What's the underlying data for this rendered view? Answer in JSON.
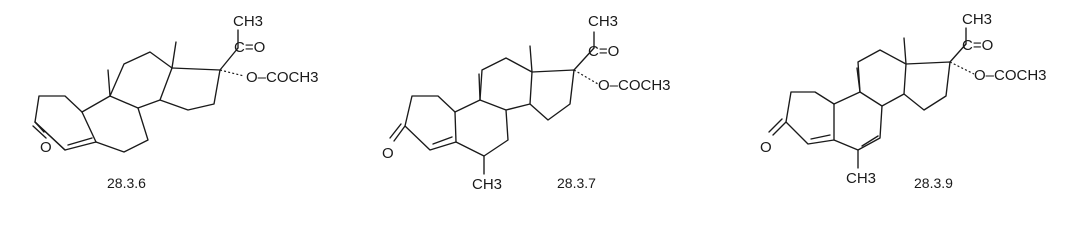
{
  "compounds": [
    {
      "label": "28.3.6",
      "ketone_o": "O",
      "acetyl_methyl": "CH3",
      "acetyl_carbonyl": "C=O",
      "acetate": "O–COCH3"
    },
    {
      "label": "28.3.7",
      "ketone_o": "O",
      "acetyl_methyl": "CH3",
      "acetyl_carbonyl": "C=O",
      "acetate": "O–COCH3",
      "c6_substituent": "CH3"
    },
    {
      "label": "28.3.9",
      "ketone_o": "O",
      "acetyl_methyl": "CH3",
      "acetyl_carbonyl": "C=O",
      "acetate": "O–COCH3",
      "c6_substituent": "CH3"
    }
  ]
}
